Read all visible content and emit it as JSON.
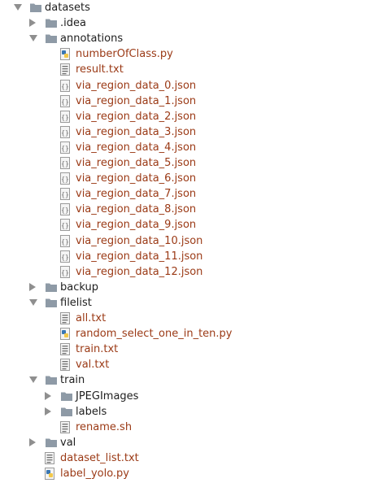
{
  "tree": [
    {
      "label": "datasets",
      "kind": "folder",
      "expanded": true,
      "depth": 0,
      "icon": "folder-icon"
    },
    {
      "label": ".idea",
      "kind": "folder",
      "expanded": false,
      "depth": 1,
      "icon": "folder-icon"
    },
    {
      "label": "annotations",
      "kind": "folder",
      "expanded": true,
      "depth": 1,
      "icon": "folder-icon"
    },
    {
      "label": "numberOfClass.py",
      "kind": "file",
      "depth": 2,
      "icon": "python-file-icon"
    },
    {
      "label": "result.txt",
      "kind": "file",
      "depth": 2,
      "icon": "text-file-icon"
    },
    {
      "label": "via_region_data_0.json",
      "kind": "file",
      "depth": 2,
      "icon": "json-file-icon"
    },
    {
      "label": "via_region_data_1.json",
      "kind": "file",
      "depth": 2,
      "icon": "json-file-icon"
    },
    {
      "label": "via_region_data_2.json",
      "kind": "file",
      "depth": 2,
      "icon": "json-file-icon"
    },
    {
      "label": "via_region_data_3.json",
      "kind": "file",
      "depth": 2,
      "icon": "json-file-icon"
    },
    {
      "label": "via_region_data_4.json",
      "kind": "file",
      "depth": 2,
      "icon": "json-file-icon"
    },
    {
      "label": "via_region_data_5.json",
      "kind": "file",
      "depth": 2,
      "icon": "json-file-icon"
    },
    {
      "label": "via_region_data_6.json",
      "kind": "file",
      "depth": 2,
      "icon": "json-file-icon"
    },
    {
      "label": "via_region_data_7.json",
      "kind": "file",
      "depth": 2,
      "icon": "json-file-icon"
    },
    {
      "label": "via_region_data_8.json",
      "kind": "file",
      "depth": 2,
      "icon": "json-file-icon"
    },
    {
      "label": "via_region_data_9.json",
      "kind": "file",
      "depth": 2,
      "icon": "json-file-icon"
    },
    {
      "label": "via_region_data_10.json",
      "kind": "file",
      "depth": 2,
      "icon": "json-file-icon"
    },
    {
      "label": "via_region_data_11.json",
      "kind": "file",
      "depth": 2,
      "icon": "json-file-icon"
    },
    {
      "label": "via_region_data_12.json",
      "kind": "file",
      "depth": 2,
      "icon": "json-file-icon"
    },
    {
      "label": "backup",
      "kind": "folder",
      "expanded": false,
      "depth": 1,
      "icon": "folder-icon"
    },
    {
      "label": "filelist",
      "kind": "folder",
      "expanded": true,
      "depth": 1,
      "icon": "folder-icon"
    },
    {
      "label": "all.txt",
      "kind": "file",
      "depth": 2,
      "icon": "text-file-icon"
    },
    {
      "label": "random_select_one_in_ten.py",
      "kind": "file",
      "depth": 2,
      "icon": "python-file-icon"
    },
    {
      "label": "train.txt",
      "kind": "file",
      "depth": 2,
      "icon": "text-file-icon"
    },
    {
      "label": "val.txt",
      "kind": "file",
      "depth": 2,
      "icon": "text-file-icon"
    },
    {
      "label": "train",
      "kind": "folder",
      "expanded": true,
      "depth": 1,
      "icon": "folder-icon"
    },
    {
      "label": "JPEGImages",
      "kind": "folder",
      "expanded": false,
      "depth": 2,
      "icon": "folder-icon"
    },
    {
      "label": "labels",
      "kind": "folder",
      "expanded": false,
      "depth": 2,
      "icon": "folder-icon"
    },
    {
      "label": "rename.sh",
      "kind": "file",
      "depth": 2,
      "icon": "text-file-icon"
    },
    {
      "label": "val",
      "kind": "folder",
      "expanded": false,
      "depth": 1,
      "icon": "folder-icon"
    },
    {
      "label": "dataset_list.txt",
      "kind": "file",
      "depth": 1,
      "icon": "text-file-icon"
    },
    {
      "label": "label_yolo.py",
      "kind": "file",
      "depth": 1,
      "icon": "python-file-icon"
    }
  ],
  "colors": {
    "folder_text": "#1e1e1e",
    "file_text": "#9b3a16",
    "folder_icon": "#8e9aa6",
    "arrow": "#8f8f8f",
    "python_blue": "#3b77b3",
    "python_yellow": "#f2c84b"
  }
}
